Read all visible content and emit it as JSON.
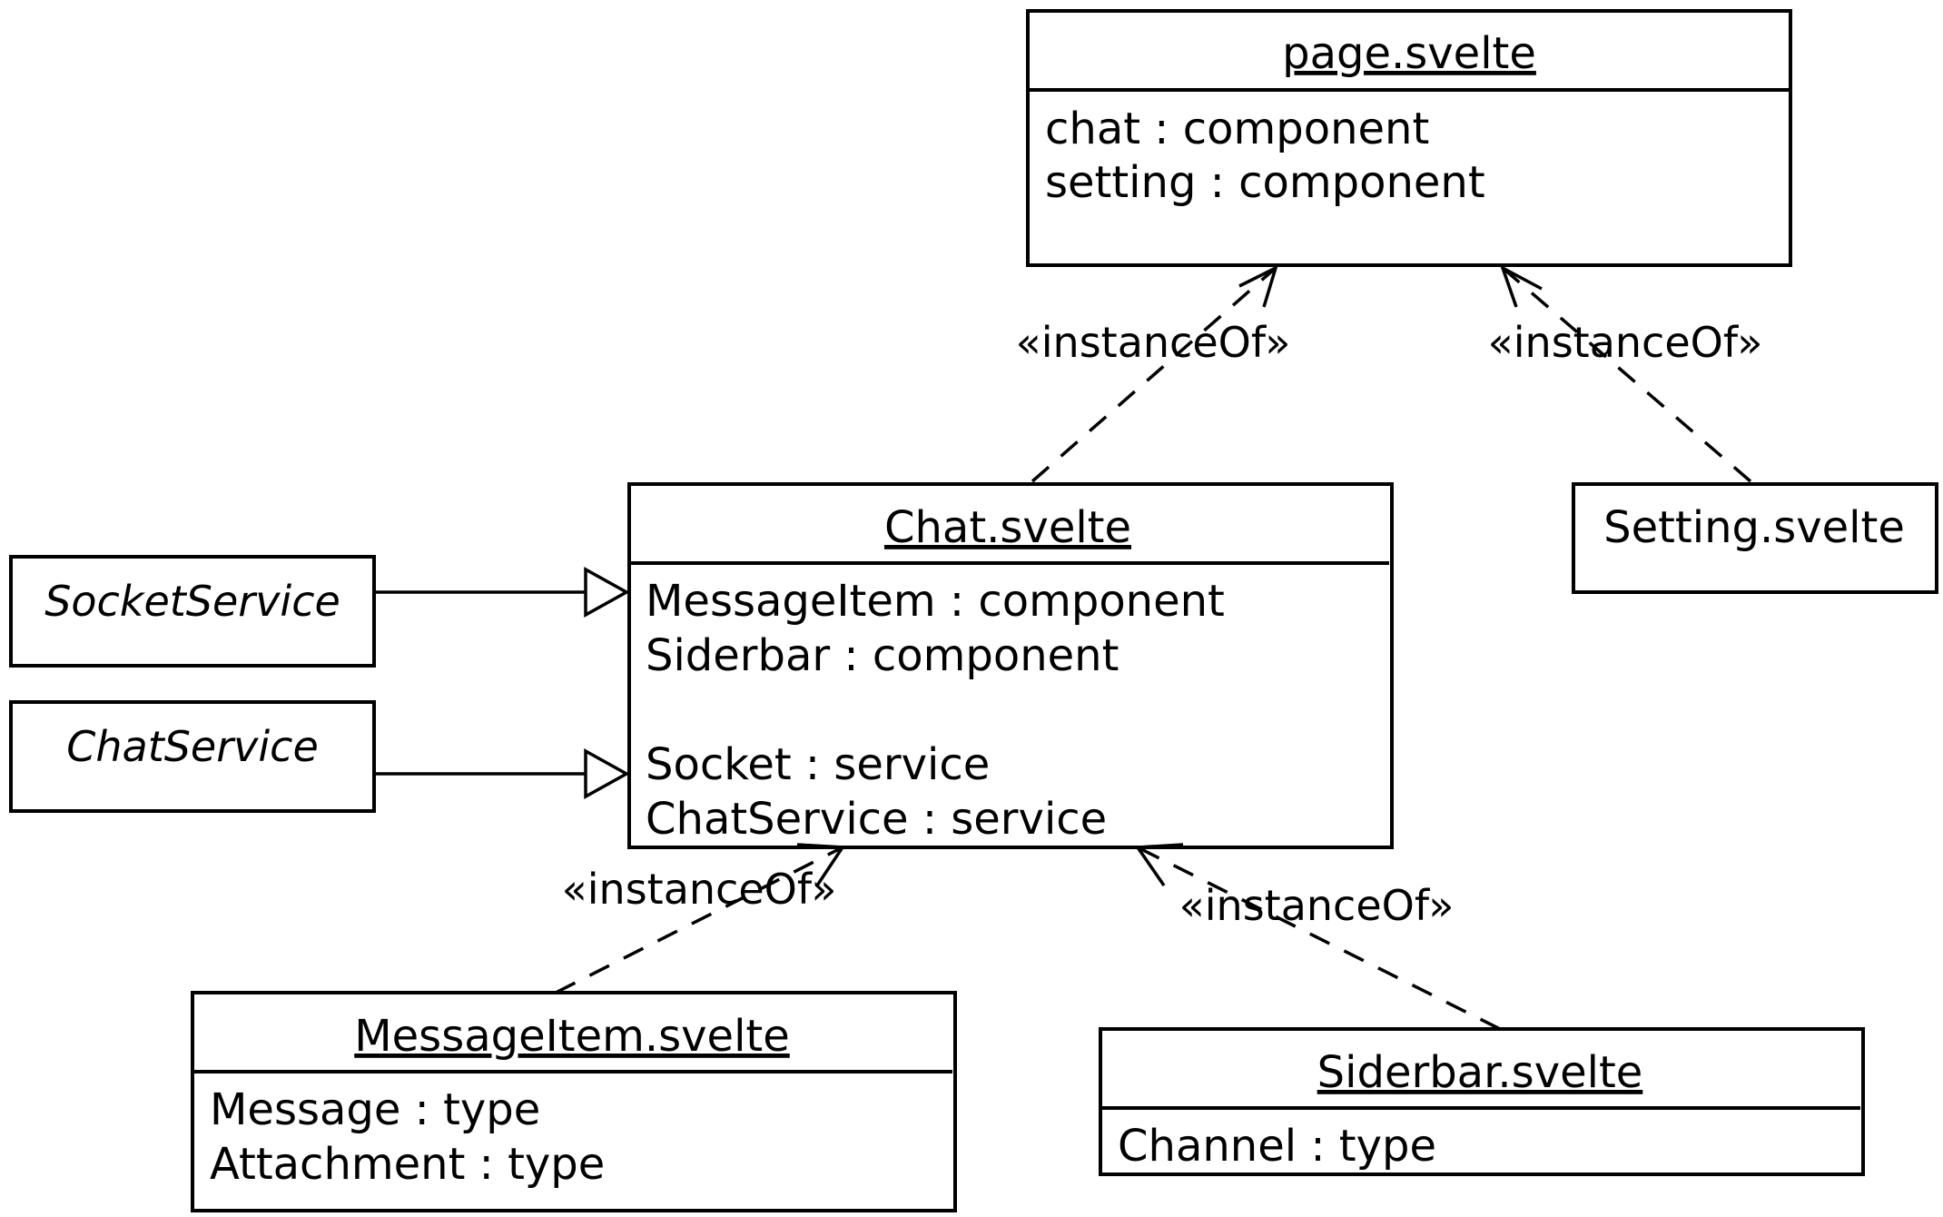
{
  "classes": {
    "page": {
      "name": "page.svelte",
      "attributes": [
        "chat : component",
        "setting : component"
      ]
    },
    "chat": {
      "name": "Chat.svelte",
      "attributes": [
        "MessageItem : component",
        "Siderbar : component",
        "",
        "Socket : service",
        "ChatService : service"
      ]
    },
    "setting": {
      "name": "Setting.svelte"
    },
    "socket_service": {
      "name": "SocketService"
    },
    "chat_service": {
      "name": "ChatService"
    },
    "message_item": {
      "name": "MessageItem.svelte",
      "attributes": [
        "Message : type",
        "Attachment : type"
      ]
    },
    "siderbar": {
      "name": "Siderbar.svelte",
      "attributes": [
        "Channel : type"
      ]
    }
  },
  "relations": {
    "chat_instance_of_page": "«instanceOf»",
    "setting_instance_of_page": "«instanceOf»",
    "messageitem_instance_of_chat": "«instanceOf»",
    "siderbar_instance_of_chat": "«instanceOf»"
  }
}
